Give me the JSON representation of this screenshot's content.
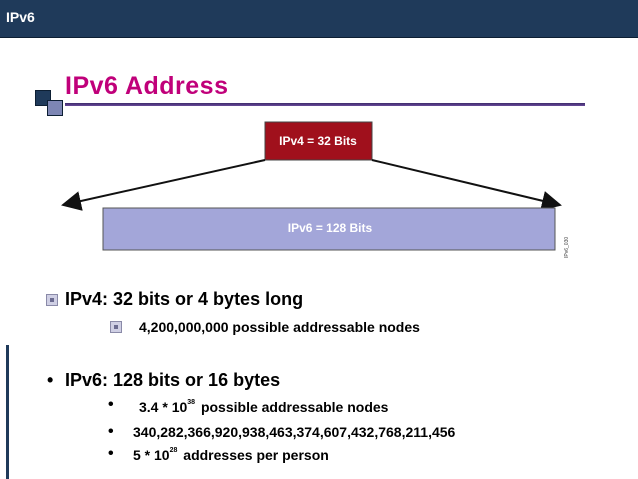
{
  "header": {
    "title": "IPv6"
  },
  "slide": {
    "heading": "IPv6 Address",
    "diagram": {
      "ipv4_box_label": "IPv4 = 32 Bits",
      "ipv6_box_label": "IPv6 = 128 Bits",
      "side_tag": "IPv6_030",
      "colors": {
        "ipv4_box": "#a0101c",
        "ipv6_box": "#a3a6d9"
      }
    },
    "bullets": {
      "ipv4_main": "IPv4: 32 bits or 4 bytes long",
      "ipv4_sub": "4,200,000,000 possible addressable nodes",
      "ipv6_main": "IPv6: 128 bits or 16 bytes",
      "ipv6_sub1_base": "3.4 * 10",
      "ipv6_sub1_exp": "38",
      "ipv6_sub1_rest": "possible addressable nodes",
      "ipv6_sub2": "340,282,366,920,938,463,374,607,432,768,211,456",
      "ipv6_sub3_base": "5 * 10",
      "ipv6_sub3_exp": "28",
      "ipv6_sub3_rest": "addresses per person"
    }
  },
  "colors": {
    "topbar": "#1f3a5a",
    "heading": "#c0007a"
  }
}
